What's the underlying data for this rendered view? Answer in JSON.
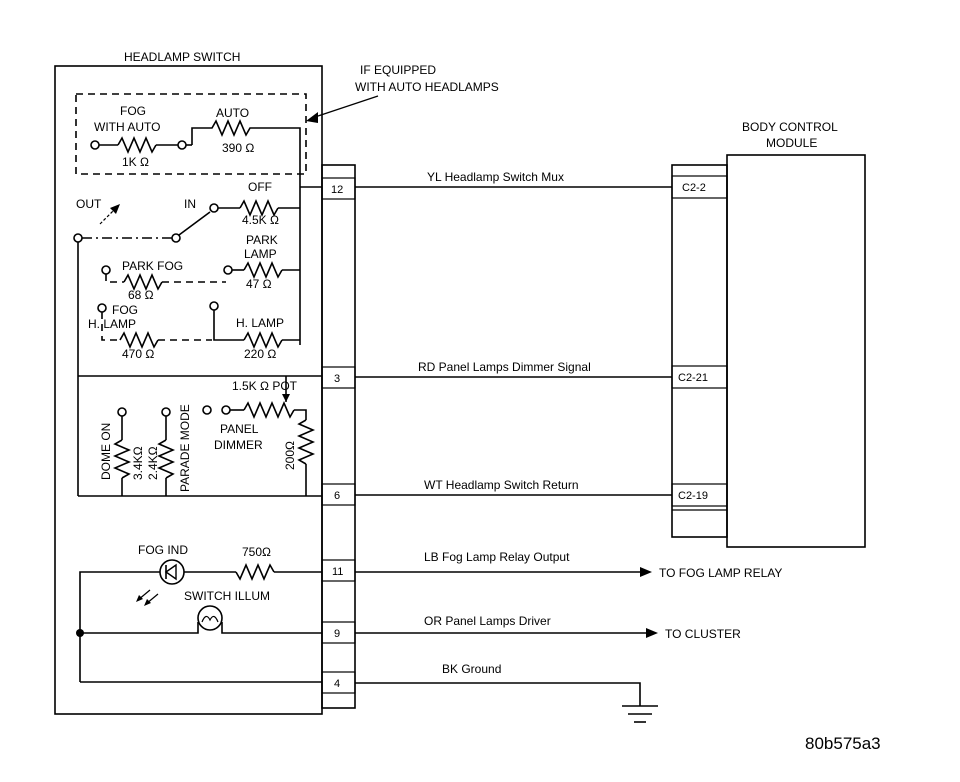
{
  "switch": {
    "title": "HEADLAMP SWITCH",
    "callout": [
      "IF EQUIPPED",
      "WITH AUTO HEADLAMPS"
    ],
    "fog_with_auto": [
      "FOG",
      "WITH AUTO"
    ],
    "r_1k": "1K Ω",
    "auto": "AUTO",
    "r_390": "390 Ω",
    "out": "OUT",
    "in": "IN",
    "off": "OFF",
    "r_45k": "4.5K Ω",
    "park_fog": "PARK FOG",
    "r_68": "68 Ω",
    "park_lamp": [
      "PARK",
      "LAMP"
    ],
    "r_47": "47 Ω",
    "fog_hlamp": [
      "FOG",
      "H. LAMP"
    ],
    "r_470": "470 Ω",
    "h_lamp": "H. LAMP",
    "r_220": "220 Ω",
    "pot": "1.5K Ω POT",
    "panel_dimmer": [
      "PANEL",
      "DIMMER"
    ],
    "dome_on": "DOME ON",
    "r_34k": "3.4KΩ",
    "r_24k": "2.4KΩ",
    "parade_mode": "PARADE MODE",
    "r_200": "200Ω",
    "fog_ind": "FOG IND",
    "r_750": "750Ω",
    "switch_illum": "SWITCH ILLUM"
  },
  "pins": {
    "p12": "12",
    "p3": "3",
    "p6": "6",
    "p11": "11",
    "p9": "9",
    "p4": "4"
  },
  "wires": {
    "w12": "YL Headlamp Switch Mux",
    "w3": "RD Panel Lamps Dimmer Signal",
    "w6": "WT Headlamp Switch Return",
    "w11": "LB Fog Lamp Relay Output",
    "w9": "OR Panel Lamps Driver",
    "w4": "BK Ground"
  },
  "bcm": {
    "title": [
      "BODY CONTROL",
      "MODULE"
    ],
    "c22": "C2-2",
    "c221": "C2-21",
    "c219": "C2-19"
  },
  "destinations": {
    "fog_relay": "TO FOG LAMP RELAY",
    "cluster": "TO CLUSTER"
  },
  "figure_id": "80b575a3"
}
